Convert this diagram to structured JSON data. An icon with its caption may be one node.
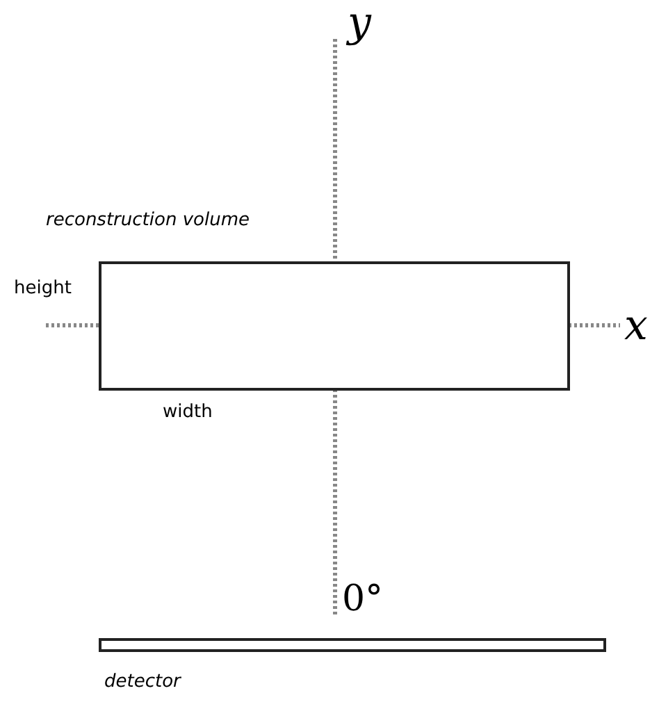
{
  "diagram": {
    "nodes": [
      {
        "text": [],
        "shape": "box",
        "beside": [
          "reconstruction volume"
        ]
      },
      {
        "text": [],
        "shape": "bar",
        "beside": [
          "detector"
        ]
      }
    ],
    "labels": [
      "y",
      "height",
      "x",
      "width",
      "0°"
    ]
  }
}
